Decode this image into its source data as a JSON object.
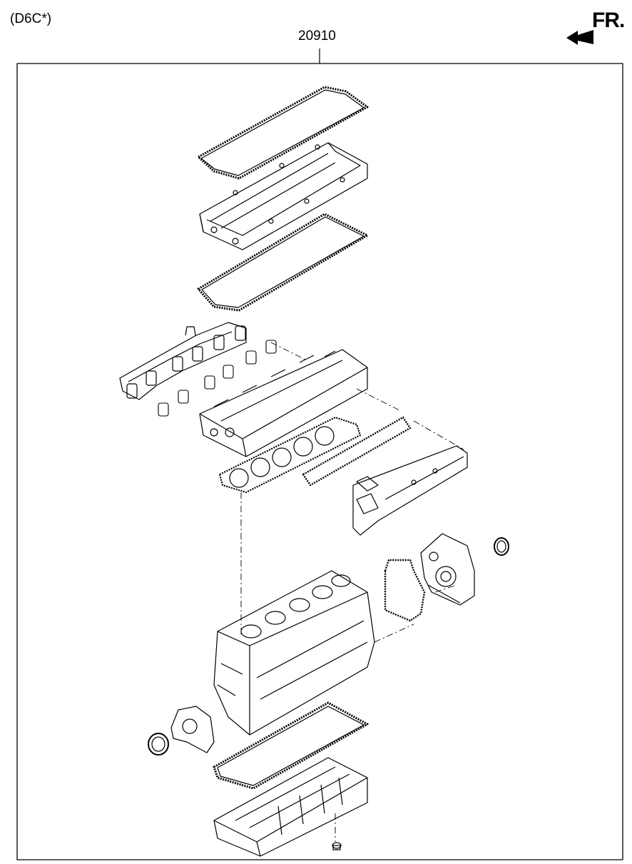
{
  "header": {
    "variant": "(D6C*)",
    "part_number": "20910",
    "direction": "FR."
  },
  "diagram": {
    "components": [
      {
        "name": "head-cover-gasket-icon"
      },
      {
        "name": "head-cover-icon"
      },
      {
        "name": "head-cover-lower-gasket-icon"
      },
      {
        "name": "exhaust-manifold-icon"
      },
      {
        "name": "manifold-gaskets-icon"
      },
      {
        "name": "cylinder-head-icon"
      },
      {
        "name": "head-gasket-icon"
      },
      {
        "name": "intake-gasket-icon"
      },
      {
        "name": "intake-manifold-icon"
      },
      {
        "name": "timing-cover-gasket-icon"
      },
      {
        "name": "timing-cover-icon"
      },
      {
        "name": "front-oil-seal-icon"
      },
      {
        "name": "cylinder-block-icon"
      },
      {
        "name": "rear-seal-housing-icon"
      },
      {
        "name": "rear-oil-seal-icon"
      },
      {
        "name": "oil-pan-gasket-icon"
      },
      {
        "name": "oil-pan-icon"
      },
      {
        "name": "drain-plug-icon"
      }
    ]
  }
}
